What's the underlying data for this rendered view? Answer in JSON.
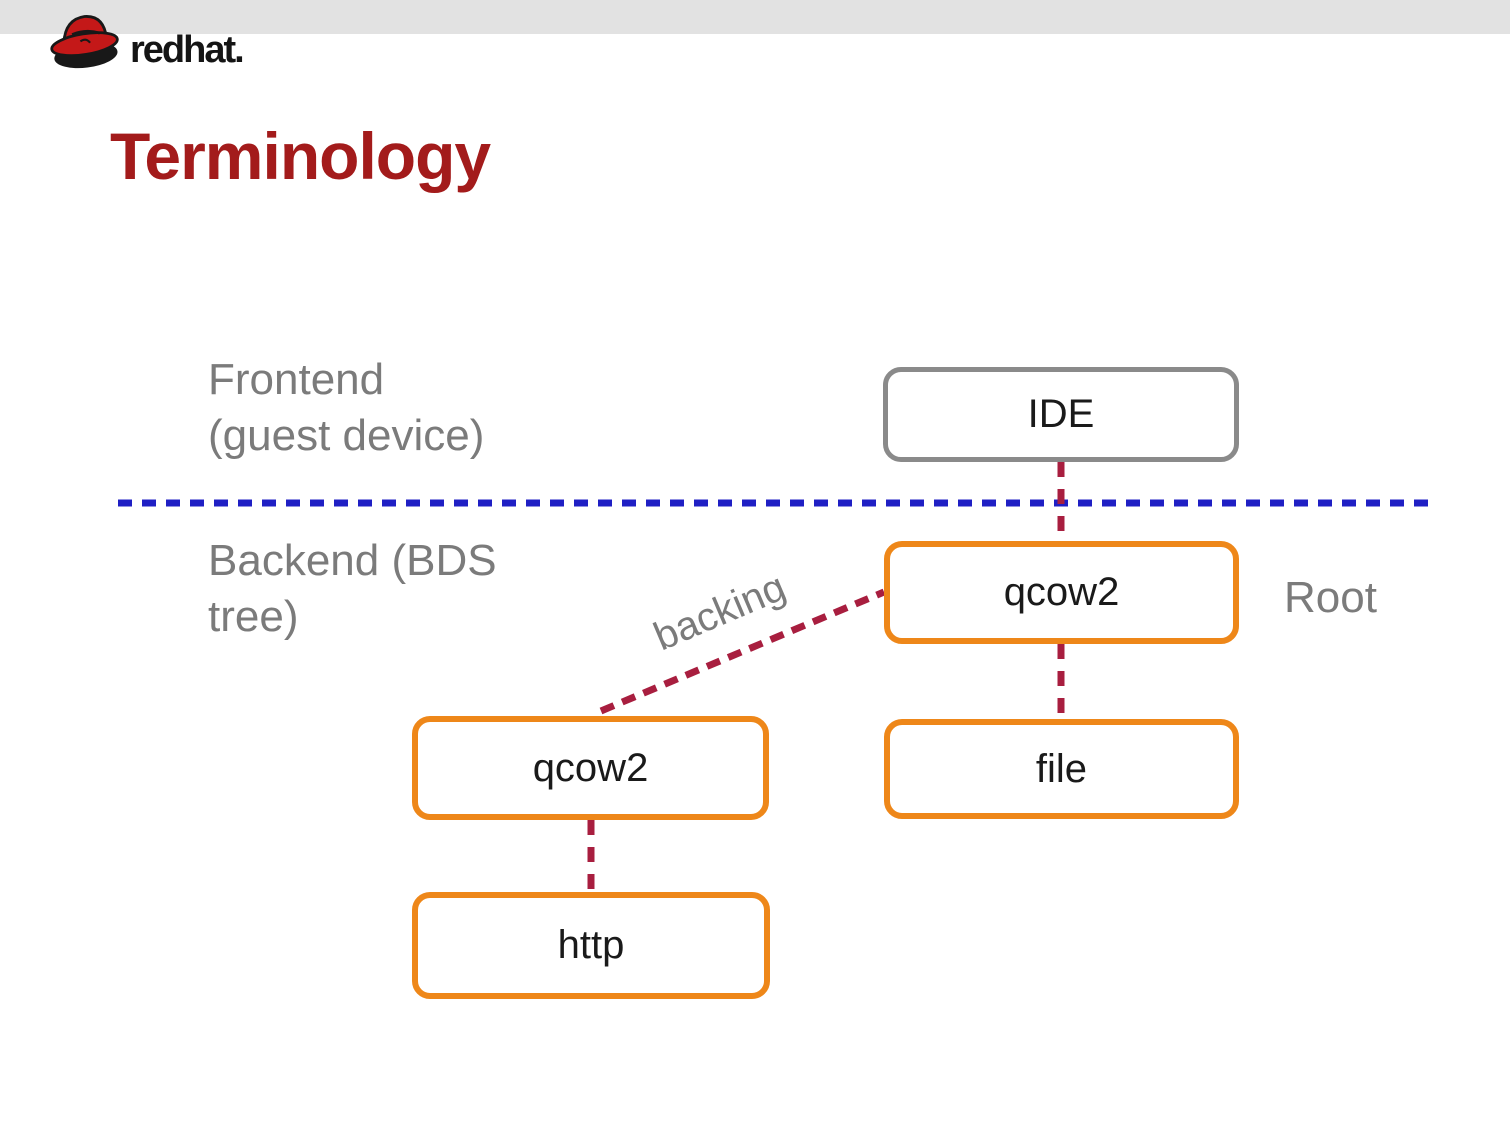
{
  "brand": {
    "logo_red": "red",
    "logo_hat": "hat."
  },
  "title": "Terminology",
  "diagram": {
    "labels": {
      "frontend_line1": "Frontend",
      "frontend_line2": "(guest device)",
      "backend_line1": "Backend (BDS",
      "backend_line2": "tree)",
      "root": "Root",
      "backing_edge": "backing"
    },
    "nodes": {
      "ide": "IDE",
      "qcow2_root": "qcow2",
      "file": "file",
      "qcow2_backing": "qcow2",
      "http": "http"
    },
    "colors": {
      "title_red": "#a31b1b",
      "topband_gray": "#e2e2e2",
      "label_gray": "#7b7b7b",
      "frontend_node_border": "#8a8a8a",
      "backend_node_border": "#ee8719",
      "separator_blue": "#1f1fc4",
      "edge_maroon": "#a81e3f",
      "logo_red": "#c41818"
    }
  }
}
